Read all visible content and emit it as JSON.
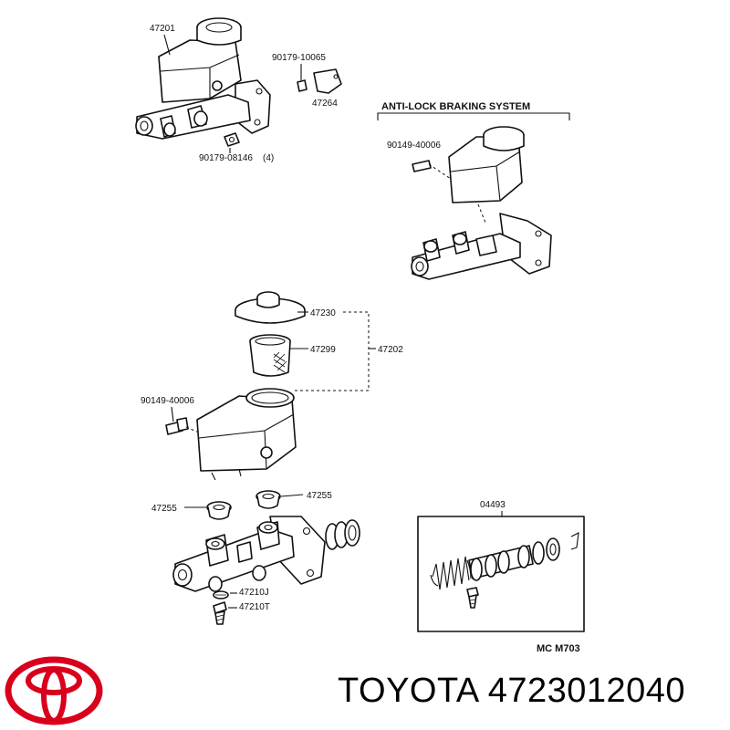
{
  "brand": {
    "name": "TOYOTA",
    "part_number": "4723012040",
    "logo_color": "#d9001b"
  },
  "diagram": {
    "abs_title": "ANTI-LOCK BRAKING SYSTEM",
    "figure_code": "MC  M703",
    "labels": {
      "l47201": "47201",
      "l90179_10065": "90179-10065",
      "l47264": "47264",
      "l90179_08146": "90179-08146",
      "qty4": "(4)",
      "l90149_abs": "90149-40006",
      "l47230": "47230",
      "l47299": "47299",
      "l47202": "47202",
      "l90149_lower": "90149-40006",
      "l47255_left": "47255",
      "l47255_right": "47255",
      "l04493": "04493",
      "l47210J": "47210J",
      "l47210T": "47210T"
    }
  }
}
